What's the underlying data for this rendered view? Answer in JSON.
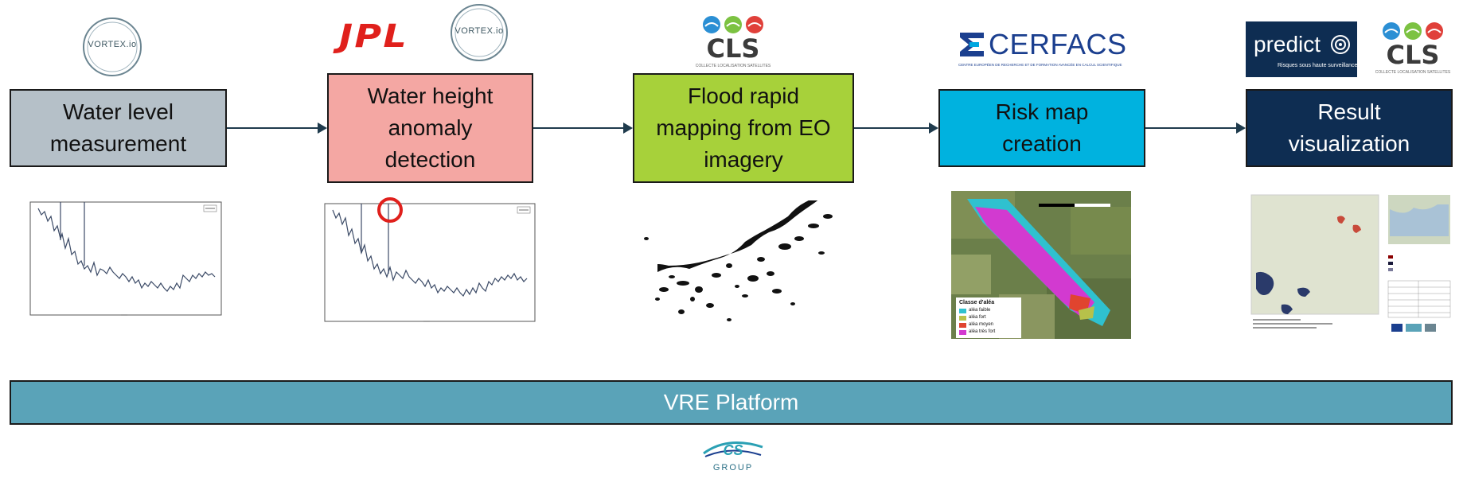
{
  "steps": [
    {
      "label": "Water level\nmeasurement",
      "color": "#b5c0c8",
      "text_color": "#111111"
    },
    {
      "label": "Water height\nanomaly\ndetection",
      "color": "#f4a7a3",
      "text_color": "#111111"
    },
    {
      "label": "Flood rapid\nmapping from EO\nimagery",
      "color": "#a7d13a",
      "text_color": "#111111"
    },
    {
      "label": "Risk map\ncreation",
      "color": "#00b2df",
      "text_color": "#111111"
    },
    {
      "label": "Result\nvisualization",
      "color": "#0e2d52",
      "text_color": "#ffffff"
    }
  ],
  "logos": {
    "vortexio": "VORTEX.io",
    "jpl": "JPL",
    "cls": "CLS",
    "cls_sub": "COLLECTE LOCALISATION SATELLITES",
    "cerfacs": "CERFACS",
    "cerfacs_sub": "CENTRE EUROPÉEN DE RECHERCHE ET DE FORMATION AVANCÉE EN CALCUL SCIENTIFIQUE",
    "predict": "predict",
    "predict_sub": "Risques sous haute surveillance",
    "csgroup": "GROUP"
  },
  "risk_legend": {
    "title": "Classe d'aléa",
    "items": [
      {
        "label": "aléa faible",
        "color": "#2fc1cf"
      },
      {
        "label": "aléa fort",
        "color": "#b7c14a"
      },
      {
        "label": "aléa moyen",
        "color": "#e0442f"
      },
      {
        "label": "aléa très fort",
        "color": "#d23ad0"
      }
    ]
  },
  "platform": {
    "label": "VRE Platform",
    "color": "#5aa3b8"
  },
  "colors": {
    "arrow": "#1f3b4d",
    "anomaly_marker": "#e0201c"
  }
}
